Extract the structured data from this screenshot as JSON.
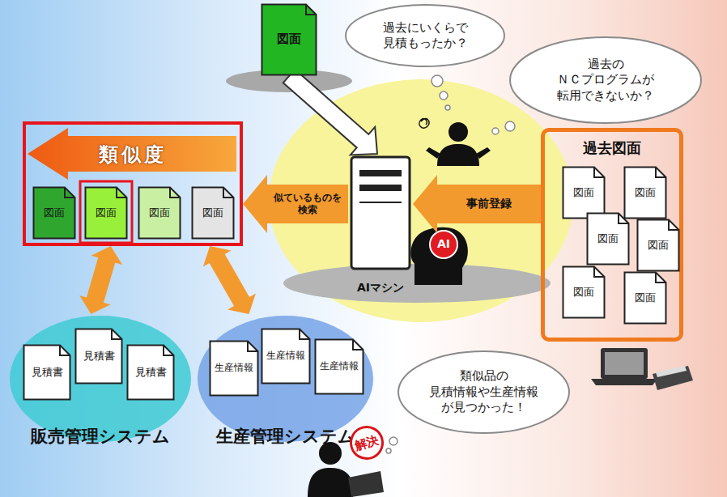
{
  "diagram": {
    "nodes": [
      {
        "text": [
          "類似度"
        ]
      },
      {
        "text": [
          "図面"
        ],
        "in": 0
      },
      {
        "text": [
          "図面"
        ],
        "in": 0
      },
      {
        "text": [
          "図面"
        ],
        "in": 0
      },
      {
        "text": [
          "図面"
        ],
        "in": 0
      },
      {
        "text": [
          "図面"
        ]
      },
      {
        "text": [
          "過去にいくらで 見積もったか？"
        ]
      },
      {
        "text": [
          "過去の ＮＣプログラムが 転用できないか？"
        ]
      },
      {
        "text": [
          "AIマシン"
        ]
      },
      {
        "text": [
          "過去図面"
        ]
      },
      {
        "text": [
          "図面"
        ],
        "in": 9
      },
      {
        "text": [
          "図面"
        ],
        "in": 9
      },
      {
        "text": [
          "図面"
        ],
        "in": 9
      },
      {
        "text": [
          "図面"
        ],
        "in": 9
      },
      {
        "text": [
          "図面"
        ],
        "in": 9
      },
      {
        "text": [
          "図面"
        ],
        "in": 9
      },
      {
        "text": [
          "販売管理システム"
        ]
      },
      {
        "text": [
          "見積書"
        ],
        "in": 16
      },
      {
        "text": [
          "見積書"
        ],
        "in": 16
      },
      {
        "text": [
          "見積書"
        ],
        "in": 16
      },
      {
        "text": [
          "生産管理システム"
        ]
      },
      {
        "text": [
          "生産情報"
        ],
        "in": 20
      },
      {
        "text": [
          "生産情報"
        ],
        "in": 20
      },
      {
        "text": [
          "生産情報"
        ],
        "in": 20
      },
      {
        "text": [
          "類似品の 見積情報や生産情報 が見つかった！"
        ]
      }
    ],
    "edges": [
      {
        "from": 5,
        "to": 8,
        "arrow": "to"
      },
      {
        "from": 8,
        "to": 0,
        "label": "似ているものを 検索",
        "arrow": "to"
      },
      {
        "from": 9,
        "to": 8,
        "label": "事前登録",
        "arrow": "to"
      },
      {
        "from": 0,
        "to": 16,
        "arrow": "both"
      },
      {
        "from": 0,
        "to": 20,
        "arrow": "both"
      }
    ],
    "labels": [
      "AI",
      "解決"
    ]
  }
}
